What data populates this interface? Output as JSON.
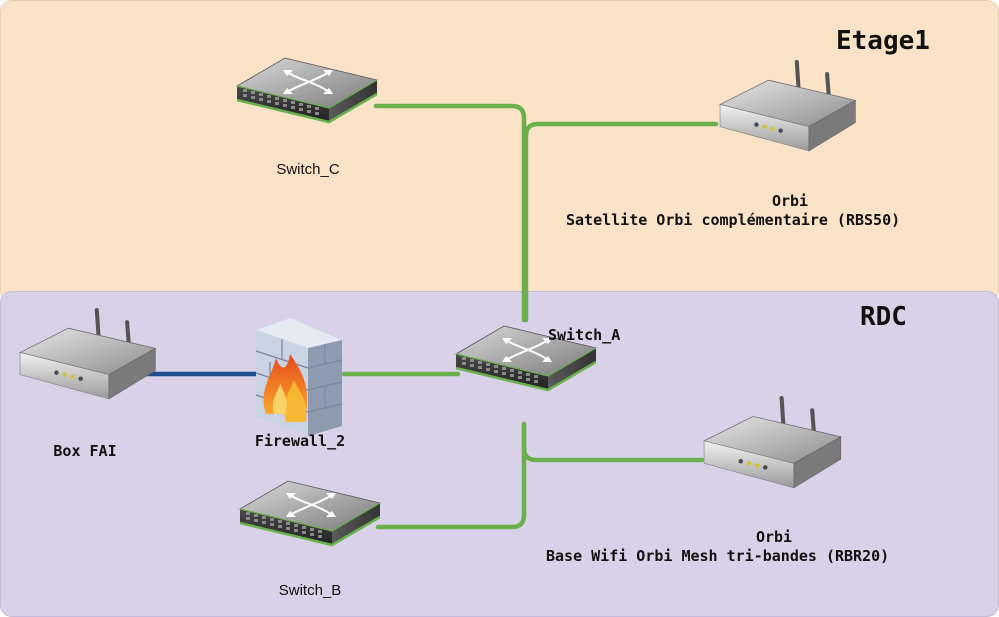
{
  "zones": {
    "etage": {
      "title": "Etage1",
      "fill": "#fbe3c7"
    },
    "rdc": {
      "title": "RDC",
      "fill": "#d9d1e8"
    }
  },
  "nodes": {
    "switch_c": {
      "label": "Switch_C",
      "icon": "network-switch-icon"
    },
    "orbi_satellite": {
      "label": "Orbi",
      "sublabel": "Satellite Orbi complémentaire (RBS50)",
      "icon": "router-icon"
    },
    "box_fai": {
      "label": "Box FAI",
      "icon": "router-icon"
    },
    "firewall_2": {
      "label": "Firewall_2",
      "icon": "firewall-icon"
    },
    "switch_a": {
      "label": "Switch_A",
      "icon": "network-switch-icon"
    },
    "orbi_base": {
      "label": "Orbi",
      "sublabel": "Base Wifi Orbi Mesh tri-bandes (RBR20)",
      "icon": "router-icon"
    },
    "switch_b": {
      "label": "Switch_B",
      "icon": "network-switch-icon"
    }
  },
  "links": [
    {
      "from": "Switch_C",
      "to": "Switch_A",
      "color": "#6ab04c"
    },
    {
      "from": "Orbi (RBS50)",
      "to": "Switch_A",
      "color": "#6ab04c"
    },
    {
      "from": "Box FAI",
      "to": "Firewall_2",
      "color": "#1f4e8c"
    },
    {
      "from": "Firewall_2",
      "to": "Switch_A",
      "color": "#6ab04c"
    },
    {
      "from": "Switch_A",
      "to": "Orbi (RBR20)",
      "color": "#6ab04c"
    },
    {
      "from": "Switch_A",
      "to": "Switch_B",
      "color": "#6ab04c"
    }
  ]
}
